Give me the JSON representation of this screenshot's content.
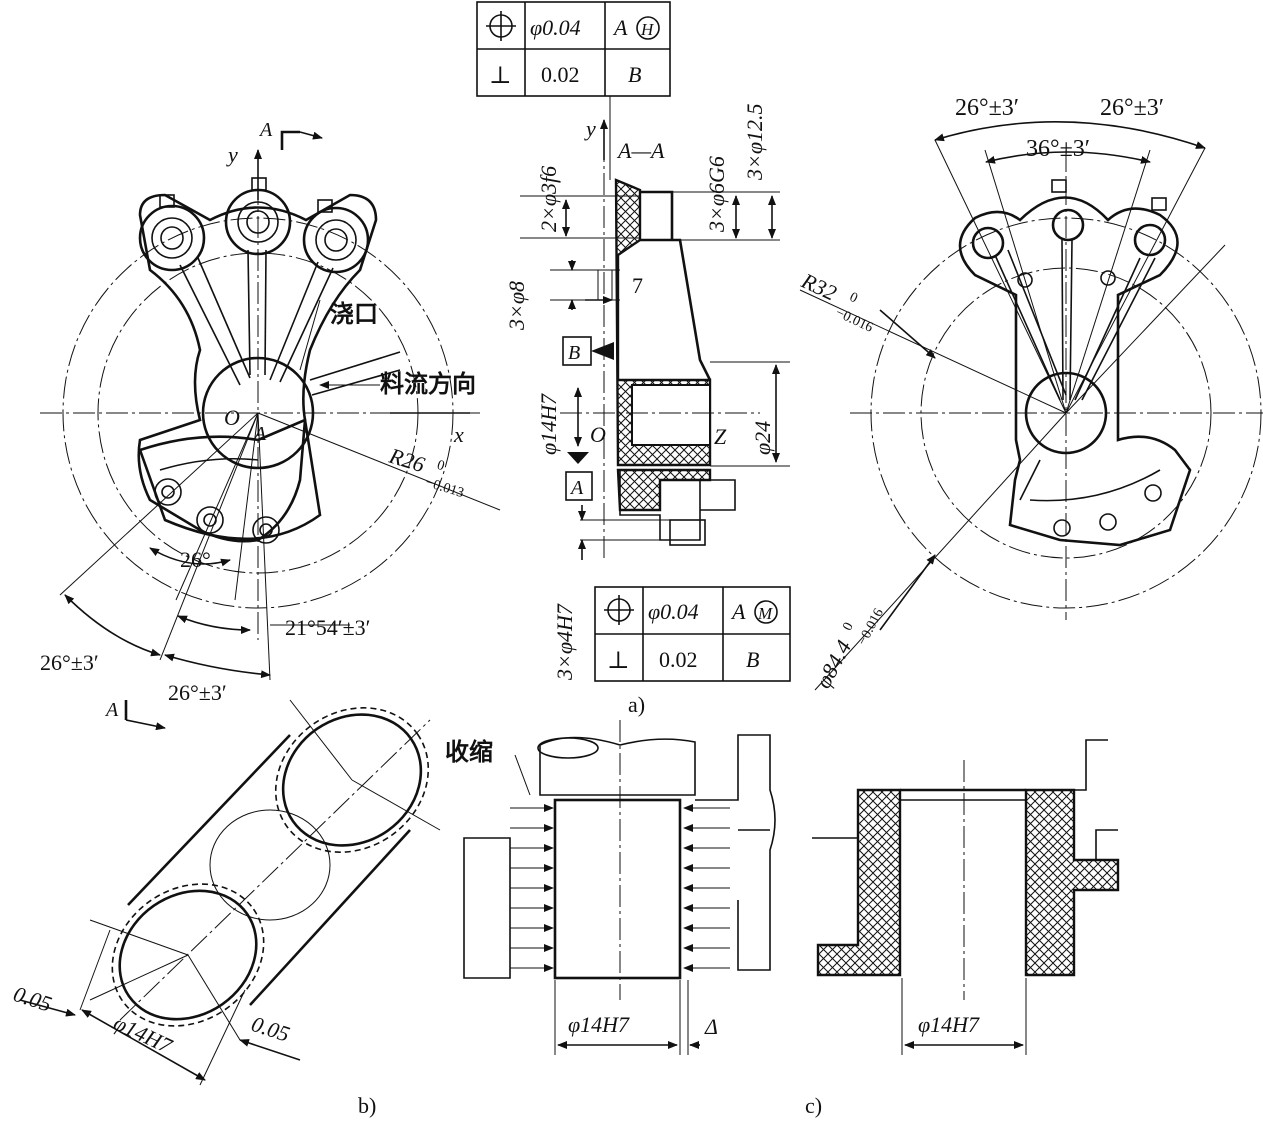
{
  "fcf_top": {
    "row1": {
      "symbol": "⌖",
      "tol": "φ0.04",
      "datum": "A",
      "modifier": "H"
    },
    "row2": {
      "symbol": "⊥",
      "tol": "0.02",
      "datum": "B"
    }
  },
  "fcf_bottom": {
    "row1": {
      "symbol": "⌖",
      "tol": "φ0.04",
      "datum": "A",
      "modifier": "M"
    },
    "row2": {
      "symbol": "⊥",
      "tol": "0.02",
      "datum": "B"
    }
  },
  "view_left": {
    "section_mark_top": "A",
    "section_mark_bottom": "A",
    "axis_y": "y",
    "axis_x": "x",
    "origin": "O",
    "point_a": "A",
    "gate_label": "浇口",
    "flow_label": "料流方向",
    "radius_label": "R26",
    "radius_tol_upper": "0",
    "radius_tol_lower": "−0.013",
    "angle_26": "26°",
    "angle_26pm_left": "26°±3′",
    "angle_26pm_bottom": "26°±3′",
    "angle_21": "21°54′±3′"
  },
  "view_section": {
    "title": "A—A",
    "axis_y": "y",
    "origin": "O",
    "axis_z": "Z",
    "dim_2x3f6": "2×φ3f6",
    "dim_3x6g6": "3×φ6G6",
    "dim_3x125": "3×φ12.5",
    "dim_3x8": "3×φ8",
    "dim_7": "7",
    "dim_14h7": "φ14H7",
    "dim_24": "φ24",
    "dim_3x4h7": "3×φ4H7",
    "datum_b": "B",
    "datum_a": "A",
    "label_a": "a)"
  },
  "view_right": {
    "angle_left": "26°±3′",
    "angle_right": "26°±3′",
    "angle_center": "36°±3′",
    "radius_label": "R32",
    "radius_tol_upper": "0",
    "radius_tol_lower": "−0.016",
    "dia_label": "φ84.4",
    "dia_tol_upper": "0",
    "dia_tol_lower": "−0.016"
  },
  "view_b": {
    "dim_left": "0.05",
    "dim_right": "0.05",
    "dim_hole": "φ14H7",
    "label": "b)"
  },
  "view_c": {
    "shrink_label": "收缩",
    "dim_hole_left": "φ14H7",
    "dim_delta": "Δ",
    "dim_hole_right": "φ14H7",
    "label": "c)"
  }
}
